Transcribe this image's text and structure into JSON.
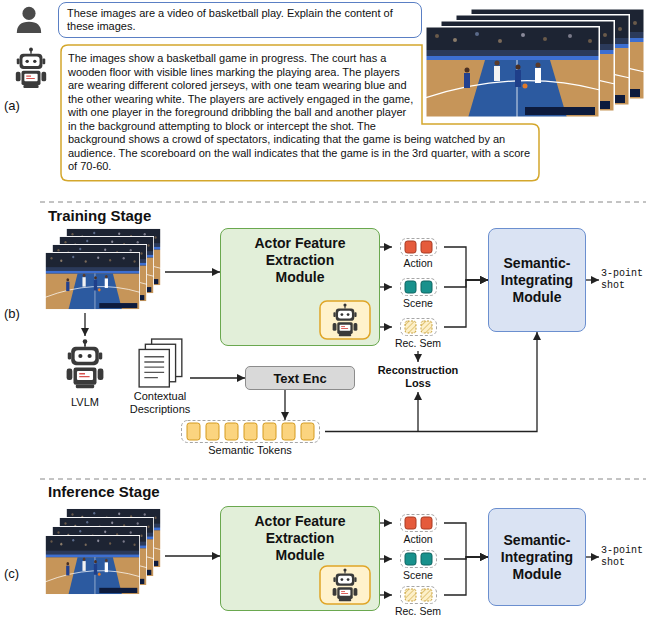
{
  "diagram": {
    "nodes": [
      {
        "text": [
          "These images are a video of basketball play. Explain the content of these images."
        ]
      },
      {
        "text": [
          "The images show a basketball game in progress. The court has a wooden floor with visible lines marking the playing area. The players are wearing different colored jerseys, with one team wearing blue and the other wearing white. The players are actively engaged in the game, with one player in the foreground dribbling the ball and another player in the background attempting to block or intercept the shot. The background shows a crowd of spectators, indicating that the game is being watched by an audience. The scoreboard on the wall indicates that the game is in the 3rd quarter, with a score of 70-60."
        ]
      },
      {
        "text": [
          "Actor Feature Extraction Module"
        ]
      },
      {
        "text": [
          "Action"
        ]
      },
      {
        "text": [
          "Scene"
        ]
      },
      {
        "text": [
          "Rec. Sem"
        ]
      },
      {
        "text": [
          "Semantic-Integrating Module"
        ]
      },
      {
        "text": [
          "Text Enc"
        ]
      },
      {
        "text": [
          "Semantic Tokens"
        ]
      },
      {
        "text": [
          "Actor Feature Extraction Module"
        ]
      },
      {
        "text": [
          "Action"
        ]
      },
      {
        "text": [
          "Scene"
        ]
      },
      {
        "text": [
          "Rec. Sem"
        ]
      },
      {
        "text": [
          "Semantic-Integrating Module"
        ]
      }
    ],
    "edges": [
      {
        "from": 2,
        "to": 3,
        "arrow": "to"
      },
      {
        "from": 2,
        "to": 4,
        "arrow": "to"
      },
      {
        "from": 2,
        "to": 5,
        "arrow": "to"
      },
      {
        "from": 3,
        "to": 6,
        "arrow": "to"
      },
      {
        "from": 4,
        "to": 6,
        "arrow": "to"
      },
      {
        "from": 5,
        "to": 6,
        "arrow": "to"
      },
      {
        "from": 7,
        "to": 8,
        "arrow": "to"
      },
      {
        "from": 8,
        "to": 6,
        "arrow": "to"
      },
      {
        "from": 9,
        "to": 10,
        "arrow": "to"
      },
      {
        "from": 9,
        "to": 11,
        "arrow": "to"
      },
      {
        "from": 9,
        "to": 12,
        "arrow": "to"
      },
      {
        "from": 10,
        "to": 13,
        "arrow": "to"
      },
      {
        "from": 11,
        "to": 13,
        "arrow": "to"
      },
      {
        "from": 12,
        "to": 13,
        "arrow": "to"
      }
    ],
    "labels": [
      "(a)",
      "Training Stage",
      "(b)",
      "3-point shot",
      "LVLM",
      "Contextual Descriptions",
      "Reconstruction Loss",
      "Inference Stage",
      "(c)",
      "3-point shot"
    ]
  }
}
